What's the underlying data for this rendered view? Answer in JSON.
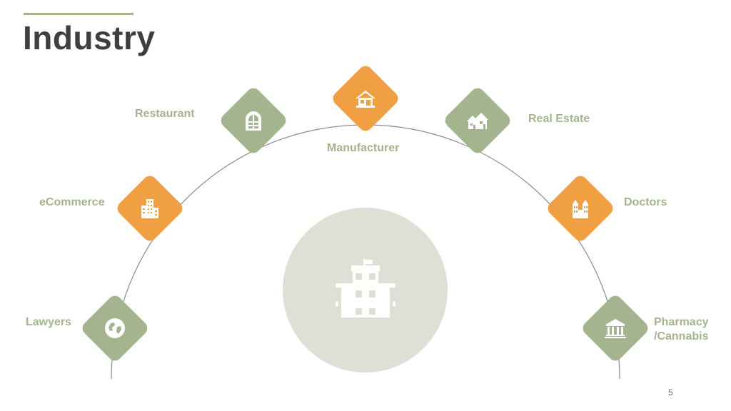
{
  "slide": {
    "title": "Industry",
    "page_number": "5"
  },
  "colors": {
    "green": "#a3b48f",
    "orange": "#f0a043",
    "title": "#3f3f3f",
    "circle": "#dde0d4"
  },
  "industries": [
    {
      "label": "Lawyers",
      "icon": "globe-icon",
      "color": "green"
    },
    {
      "label": "eCommerce",
      "icon": "office-tower-icon",
      "color": "orange"
    },
    {
      "label": "Restaurant",
      "icon": "arched-window-icon",
      "color": "green"
    },
    {
      "label": "Manufacturer",
      "icon": "house-icon",
      "color": "orange"
    },
    {
      "label": "Real Estate",
      "icon": "houses-icon",
      "color": "green"
    },
    {
      "label": "Doctors",
      "icon": "twin-towers-icon",
      "color": "orange"
    },
    {
      "label": "Pharmacy\n/Cannabis",
      "label_lines": [
        "Pharmacy",
        "/Cannabis"
      ],
      "icon": "bank-icon",
      "color": "green"
    }
  ],
  "center": {
    "icon": "building-icon"
  }
}
